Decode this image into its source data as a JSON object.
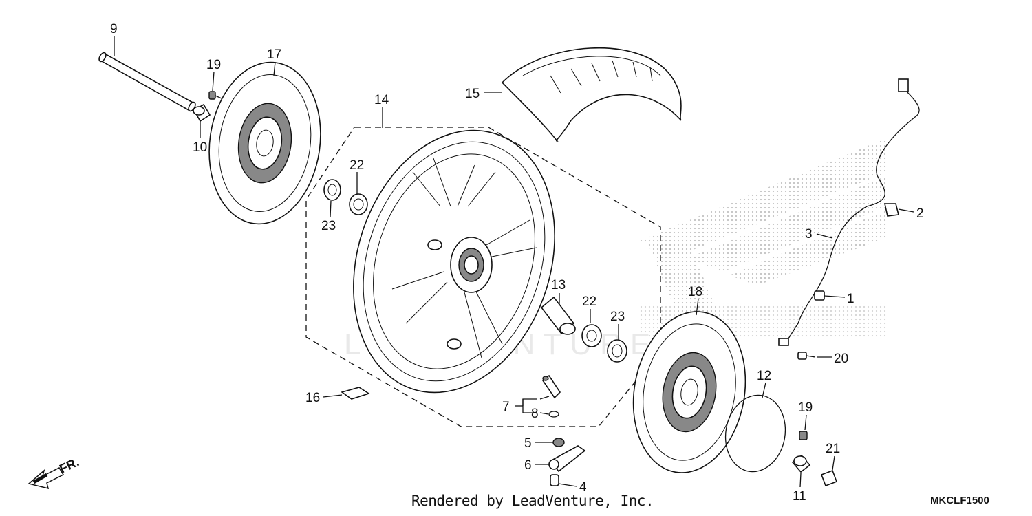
{
  "callouts": {
    "c1": "1",
    "c2": "2",
    "c3": "3",
    "c4": "4",
    "c5": "5",
    "c6": "6",
    "c7": "7",
    "c8": "8",
    "c9": "9",
    "c10a": "10",
    "c11": "11",
    "c12": "12",
    "c13": "13",
    "c14": "14",
    "c15": "15",
    "c16": "16",
    "c17": "17",
    "c18": "18",
    "c19a": "19",
    "c19b": "19",
    "c20": "20",
    "c21": "21",
    "c22a": "22",
    "c22b": "22",
    "c23a": "23",
    "c23b": "23"
  },
  "direction_label": "FR.",
  "credit": "Rendered by LeadVenture, Inc.",
  "diagram_code": "MKCLF1500",
  "colors": {
    "line": "#111111",
    "watermark": "#c8c8c8",
    "background": "#ffffff"
  }
}
